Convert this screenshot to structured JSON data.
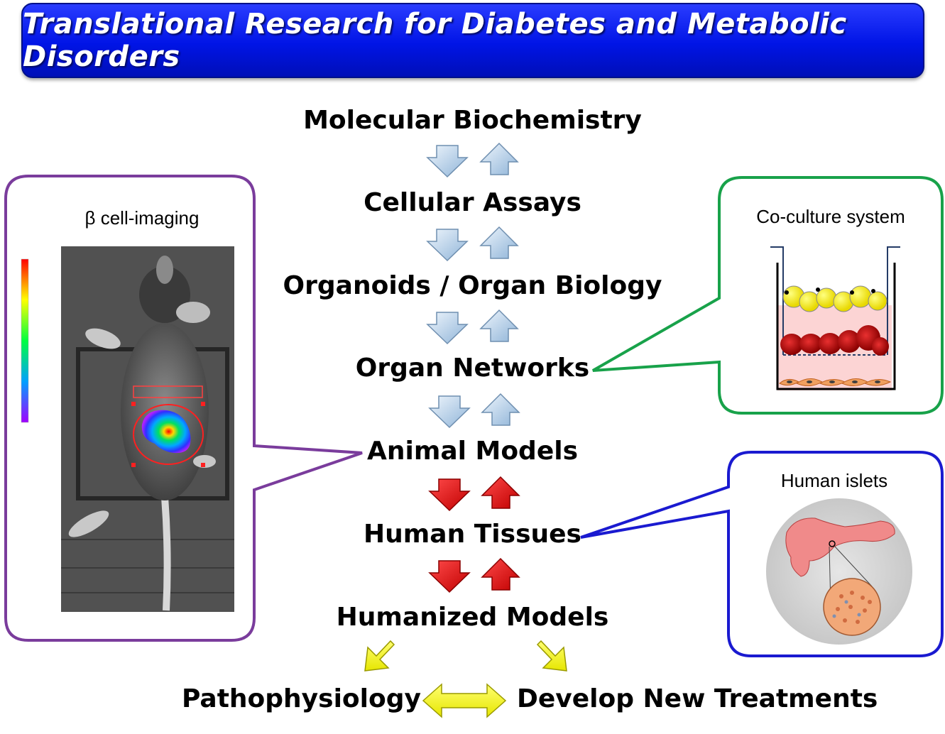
{
  "title": "Translational Research for Diabetes and Metabolic Disorders",
  "steps": [
    "Molecular Biochemistry",
    "Cellular Assays",
    "Organoids / Organ Biology",
    "Organ Networks",
    "Animal Models",
    "Human Tissues",
    "Humanized Models"
  ],
  "outcomes": {
    "left": "Pathophysiology",
    "right": "Develop New Treatments"
  },
  "callouts": {
    "left": {
      "title": "β cell-imaging",
      "border_color": "#7a3c9c"
    },
    "top_right": {
      "title": "Co-culture system",
      "border_color": "#18a24a"
    },
    "bottom_right": {
      "title": "Human islets",
      "border_color": "#1a1ad0"
    }
  },
  "colors": {
    "banner": "#0018e8",
    "blue_arrow": "#b8d2ea",
    "red_arrow": "#e00000",
    "yellow_arrow": "#f2f200"
  }
}
